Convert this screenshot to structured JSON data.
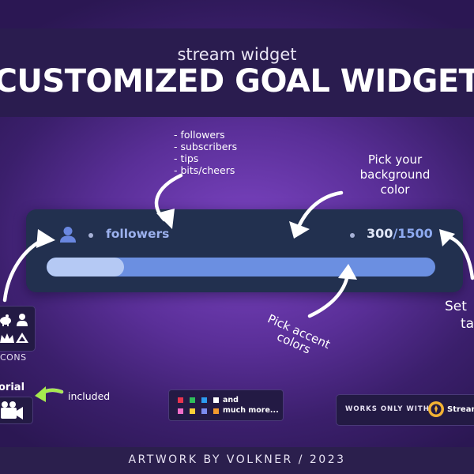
{
  "header": {
    "subtitle": "stream widget",
    "title": "CUSTOMIZED GOAL WIDGET"
  },
  "goal_types": [
    "- followers",
    "- subscribers",
    "- tips",
    "- bits/cheers"
  ],
  "annotations": {
    "pick_background": [
      "Pick your",
      "background",
      "color"
    ],
    "pick_accent": [
      "Pick accent",
      "colors"
    ],
    "set_target": [
      "Set",
      "ta"
    ]
  },
  "widget": {
    "icon": "user-icon",
    "label": "followers",
    "current": "300",
    "separator": "/",
    "target": "1500",
    "progress_fraction": 0.2,
    "background_color": "#22304f",
    "accent_color": "#6b8fe1"
  },
  "icons_panel": {
    "label": "CONS",
    "icons": [
      "piggy-bank-icon",
      "user-icon",
      "crown-icon",
      "diamond-icon"
    ]
  },
  "tutorial": {
    "label": "orial",
    "icon": "video-camera-icon",
    "included_text": "included"
  },
  "colors_panel": {
    "swatches": [
      "#e8344e",
      "#2fbf5b",
      "#2d9bf0",
      "#ffffff",
      "#f06ec8",
      "#f7d038",
      "#7b8cf0",
      "#f39a2e"
    ],
    "text": [
      "and",
      "much more..."
    ]
  },
  "works_panel": {
    "text": "WORKS ONLY WITH",
    "brand": "Stream"
  },
  "footer": {
    "credit": "ARTWORK BY VOLKNER / 2023"
  }
}
